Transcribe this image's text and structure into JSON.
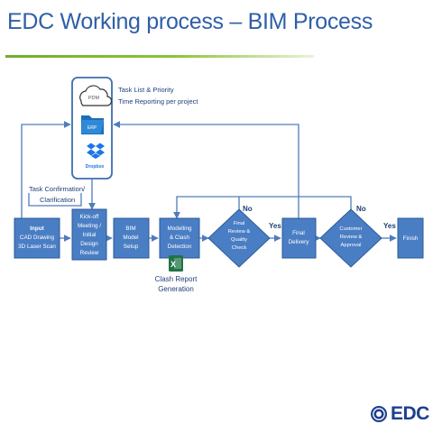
{
  "title": "EDC Working process – BIM Process",
  "tools": {
    "pdm": "PDM",
    "erp": "ERP",
    "dropbox": "Dropbox"
  },
  "notes": {
    "task_list_line1": "Task List & Priority",
    "task_list_line2": "Time Reporting per project",
    "confirmation_line1": "Task Confirmation/",
    "confirmation_line2": "Clarification"
  },
  "steps": {
    "input": [
      "Input",
      "CAD Drawing",
      "3D Laser Scan"
    ],
    "kickoff": [
      "Kick-off",
      "Meeting /",
      "Initial",
      "Design",
      "Review"
    ],
    "bim_setup": [
      "BIM",
      "Model",
      "Setup"
    ],
    "modelling": [
      "Modelling",
      "& Clash",
      "Detection"
    ],
    "final_review": [
      "Final",
      "Review &",
      "Quality",
      "Check"
    ],
    "final_delivery": [
      "Final",
      "Delivery"
    ],
    "customer_review": [
      "Customer",
      "Review &",
      "Approval"
    ],
    "finish": [
      "Finish"
    ]
  },
  "decisions": {
    "yes_1": "Yes",
    "no_1": "No",
    "yes_2": "Yes",
    "no_2": "No"
  },
  "report": {
    "icon_letter": "X",
    "line1": "Clash Report",
    "line2": "Generation"
  },
  "logo": {
    "text": "EDC"
  },
  "colors": {
    "title": "#2f5fa7",
    "box_fill": "#4a7ec4",
    "box_stroke": "#2c5a96",
    "arrow": "#4f7dbb",
    "accent_green": "#6fae2c",
    "excel_green": "#217346"
  }
}
